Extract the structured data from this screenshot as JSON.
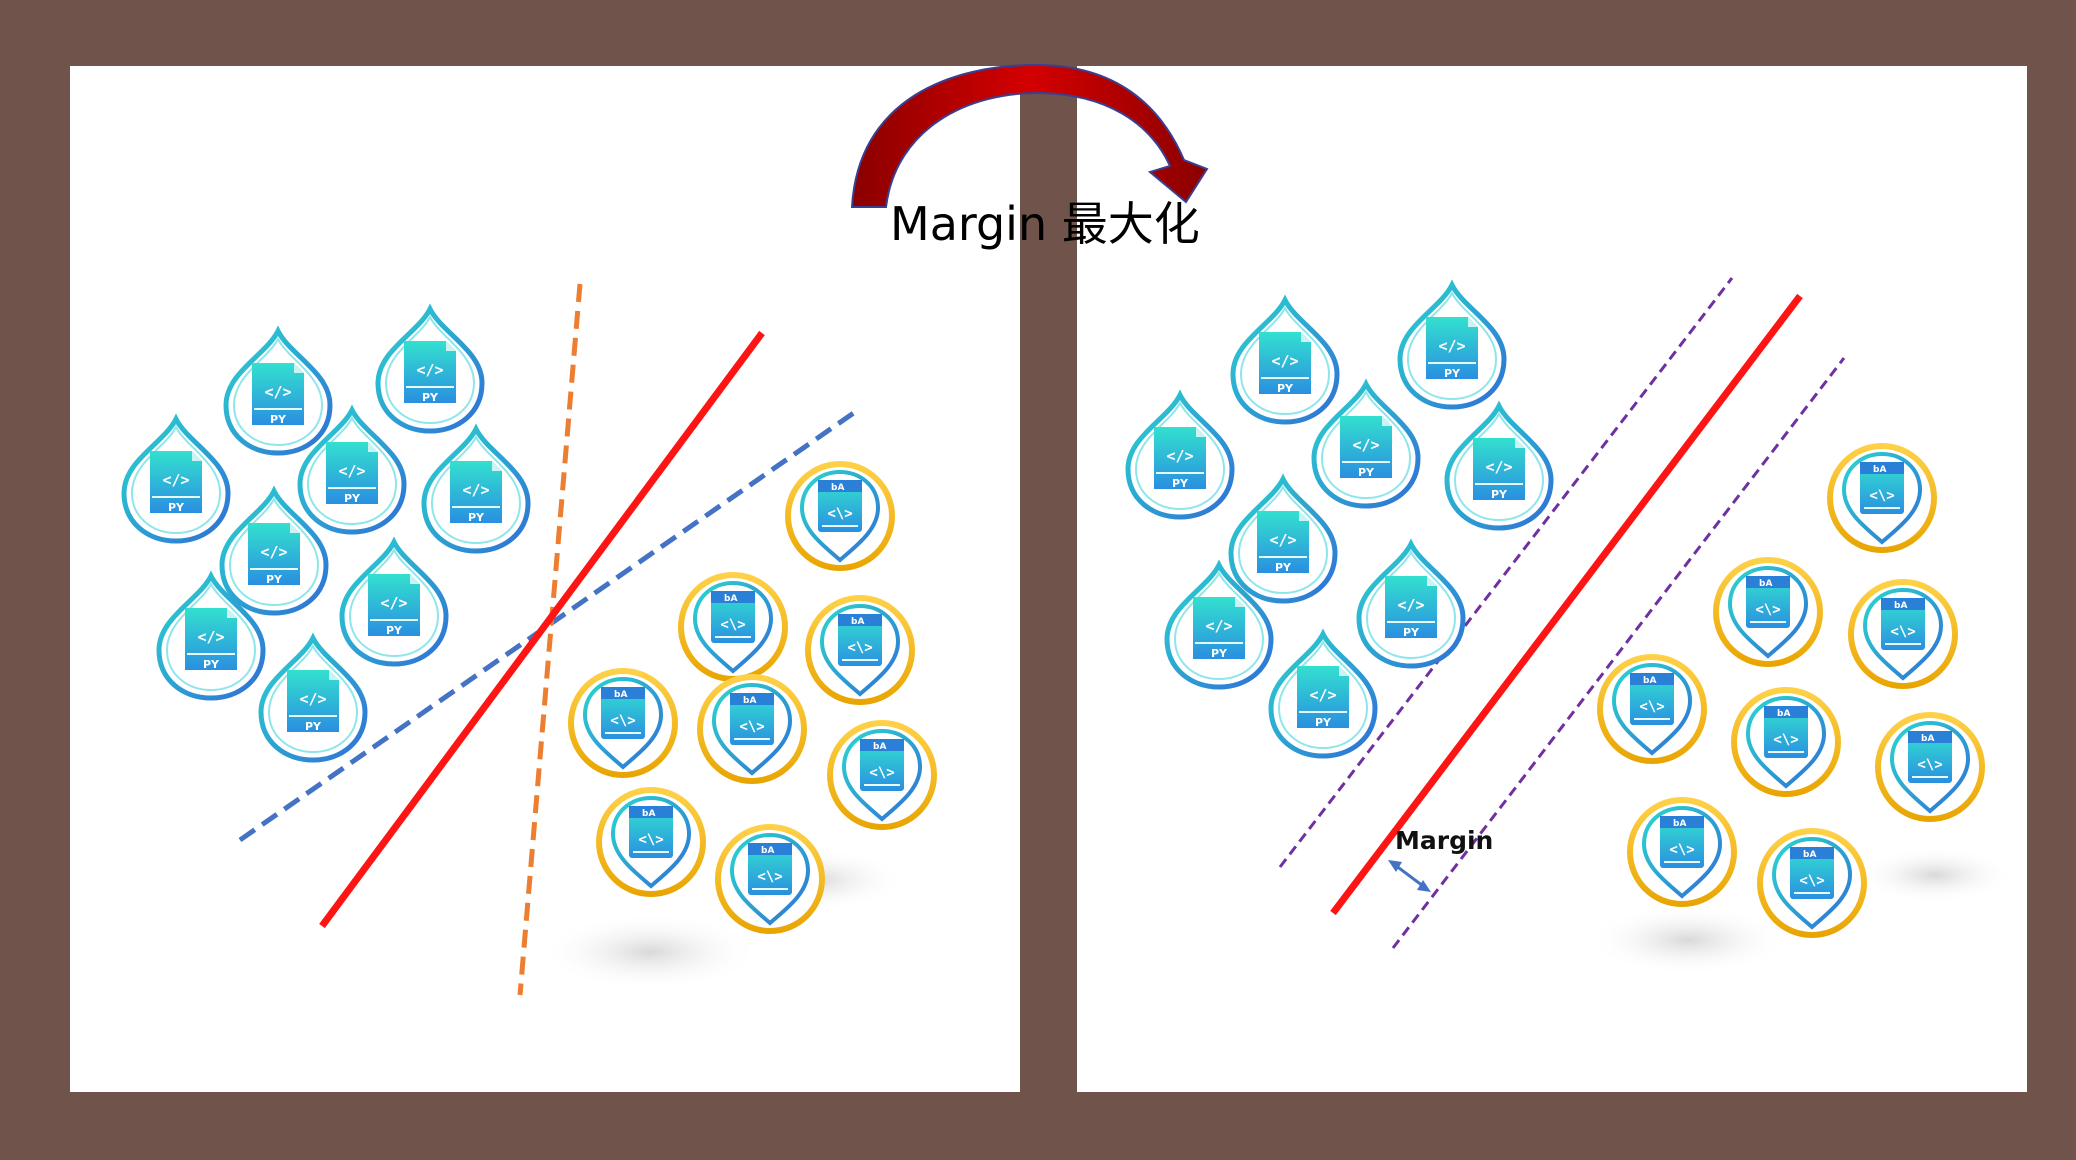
{
  "title": "Margin 最大化",
  "margin_label": "Margin",
  "icons": {
    "python_file": {
      "icon": "python-file-icon",
      "caption": "PY",
      "glyph": "</>"
    },
    "markup_file": {
      "icon": "markup-file-icon",
      "caption": "bA",
      "glyph": "<\\>"
    }
  },
  "colors": {
    "background": "#70534a",
    "panel": "#ffffff",
    "red_line": "#ff1414",
    "orange_dashed": "#ed7d31",
    "blue_dashed": "#4472c4",
    "purple_dashed": "#7030a0",
    "arrow": "#c00000",
    "drop_teal": "#3fd4d2",
    "drop_blue": "#2f87d6",
    "gold_ring": "#f2b800"
  }
}
